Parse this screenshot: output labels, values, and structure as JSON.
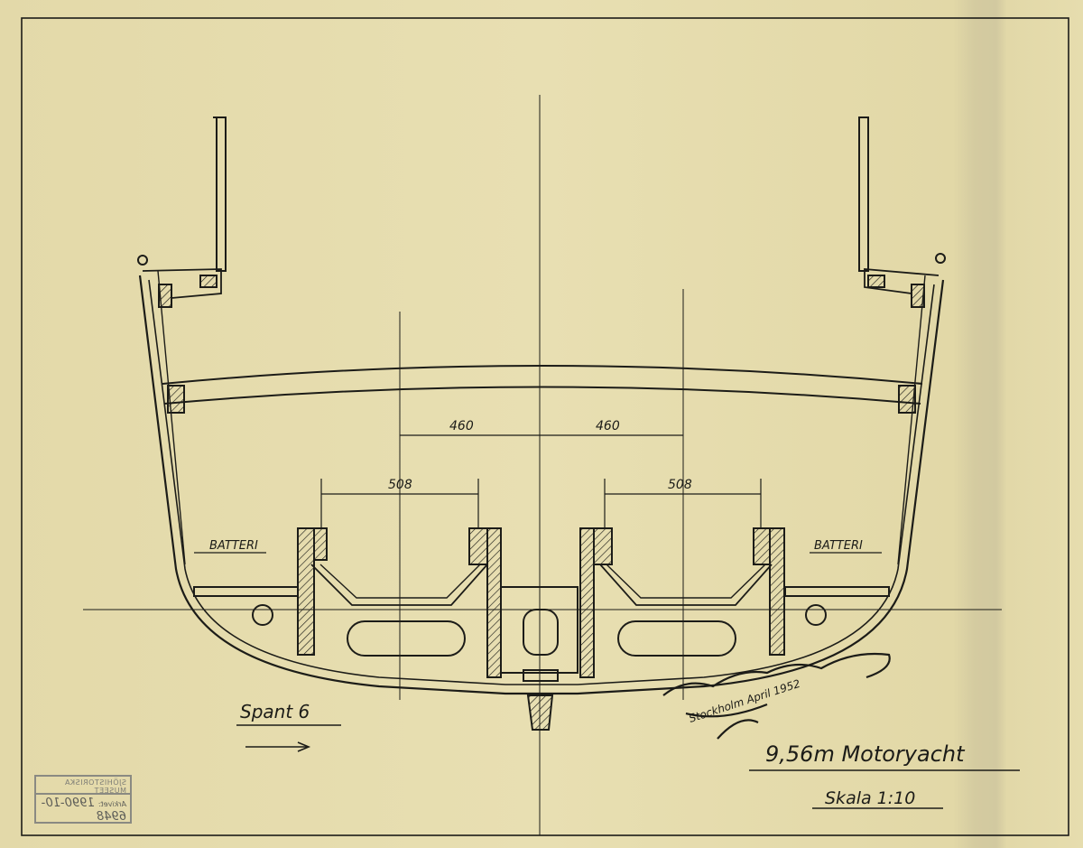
{
  "drawing": {
    "title": "9,56m Motoryacht",
    "scale": "Skala 1:10",
    "frame_label": "Spant 6",
    "dimensions": [
      "460",
      "460",
      "508",
      "508"
    ],
    "labels": {
      "battery_left": "BATTERI",
      "battery_right": "BATTERI"
    },
    "signature": "Stockholm April 1952",
    "stamp": {
      "museum": "SJÖHISTORISKA MUSEET",
      "archive_label": "Arkivet:",
      "archive_number": "1990-10-6948"
    }
  },
  "colors": {
    "paper": "#e4dbab",
    "ink": "#1c1c18"
  }
}
